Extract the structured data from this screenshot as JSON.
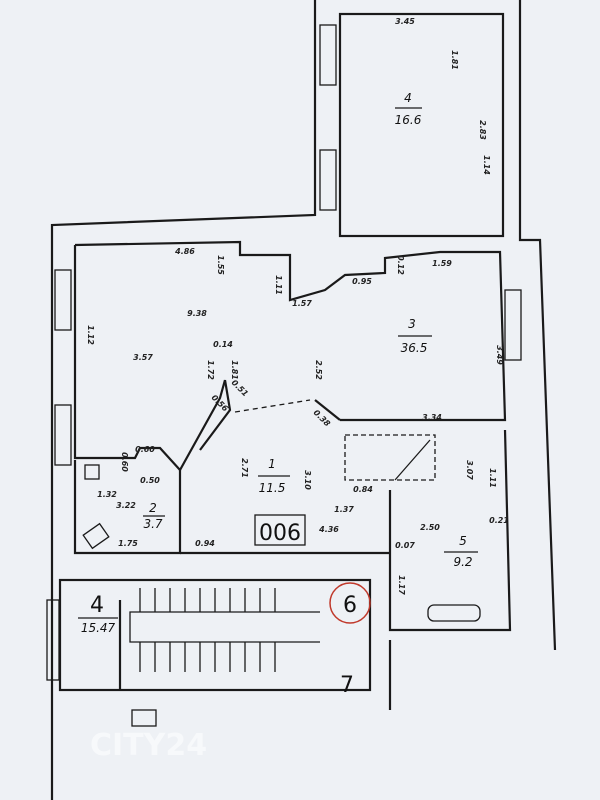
{
  "plan_code": "006",
  "marker_circle_label": "6",
  "stair_label": "7",
  "watermark": "CITY24",
  "colors": {
    "paper": "#eef1f5",
    "lines": "#1a1a1a",
    "marker": "#c0392b"
  },
  "rooms": [
    {
      "number": "4",
      "area": "16.6"
    },
    {
      "number": "3",
      "area": "36.5"
    },
    {
      "number": "1",
      "area": "11.5"
    },
    {
      "number": "2",
      "area": "3.7"
    },
    {
      "number": "5",
      "area": "9.2"
    },
    {
      "number": "4",
      "area": "15.47"
    }
  ],
  "dimensions": [
    "3.45",
    "1.81",
    "2.83",
    "1.14",
    "4.86",
    "1.55",
    "1.11",
    "1.57",
    "0.95",
    "0.12",
    "1.59",
    "9.38",
    "1.12",
    "3.57",
    "0.14",
    "1.72",
    "1.81",
    "0.51",
    "0.56",
    "2.52",
    "0.38",
    "3.49",
    "3.34",
    "0.60",
    "0.60",
    "1.32",
    "3.22",
    "0.50",
    "1.75",
    "0.94",
    "2.71",
    "3.10",
    "1.37",
    "4.36",
    "0.84",
    "2.50",
    "0.07",
    "3.07",
    "1.11",
    "0.21",
    "1.17"
  ]
}
